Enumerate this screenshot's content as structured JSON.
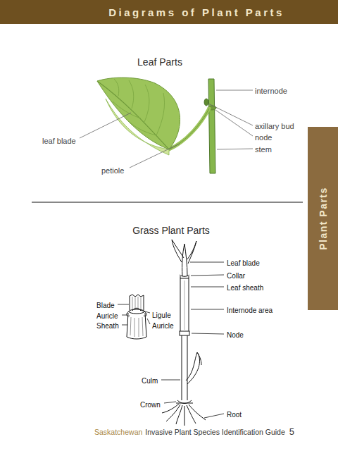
{
  "diagram": {
    "title": "Diagrams of Plant Parts",
    "nodes": [
      {
        "text": [
          "Plant Parts"
        ]
      }
    ],
    "labels": [
      "Leaf Parts",
      "internode",
      "axillary bud",
      "node",
      "stem",
      "leaf blade",
      "petiole",
      "Grass Plant Parts",
      "Leaf blade",
      "Collar",
      "Leaf sheath",
      "Internode area",
      "Node",
      "Culm",
      "Crown",
      "Root",
      "Blade",
      "Auricle",
      "Sheath",
      "Ligule",
      "Auricle",
      "Saskatchewan",
      "Invasive Plant Species Identification Guide",
      "5"
    ]
  }
}
